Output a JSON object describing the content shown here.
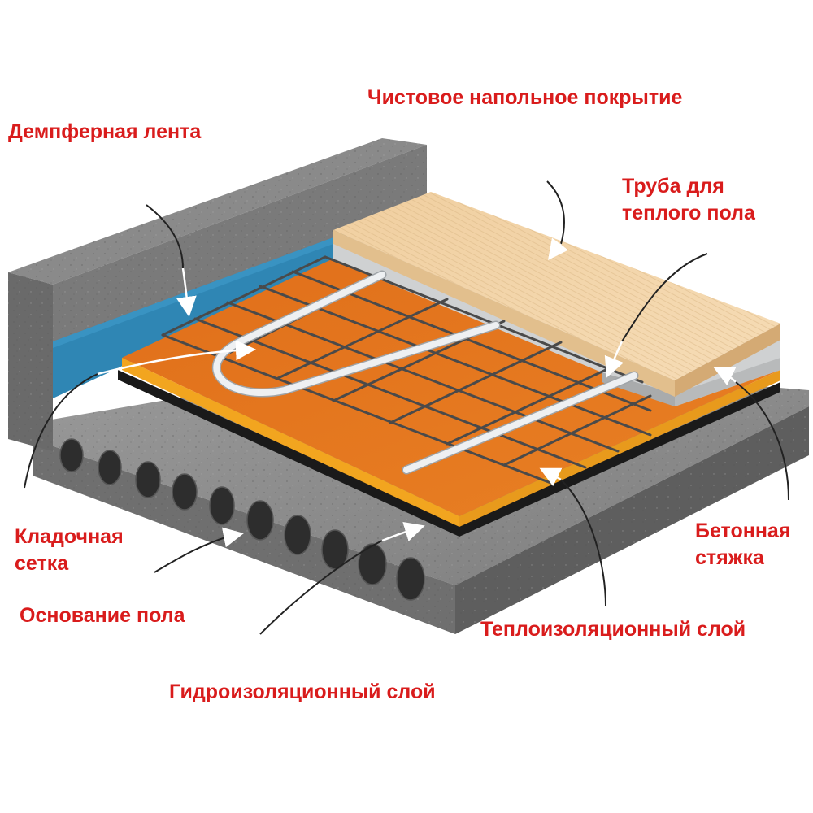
{
  "colors": {
    "label_red": "#d91c1c",
    "concrete_top": "#8e8e8e",
    "concrete_front": "#6d6d6d",
    "concrete_side": "#5c5c5c",
    "damper_blue": "#2e86b5",
    "insulation_orange": "#e3781f",
    "insulation_edge": "#f1a21d",
    "waterproof_black": "#1c1c1c",
    "screed_gray": "#c9cbcc",
    "wood_light": "#f3d3a6",
    "pipe_white": "#eef0f2",
    "rebar_dark": "#4a4a4a",
    "leader_line": "#222222",
    "arrow_white": "#ffffff"
  },
  "labels": {
    "damper_tape": "Демпферная лента",
    "finish_coating": "Чистовое напольное покрытие",
    "pipe_line1": "Труба для",
    "pipe_line2": "теплого пола",
    "mesh_line1": "Кладочная",
    "mesh_line2": "сетка",
    "screed_line1": "Бетонная",
    "screed_line2": "стяжка",
    "floor_base": "Основание пола",
    "thermal_insulation": "Теплоизоляционный слой",
    "waterproofing": "Гидроизоляционный слой"
  },
  "icons": {
    "hollow_slab": "hollow-core-slab",
    "pipe_loop": "heating-pipe-loop",
    "rebar_mesh": "rebar-grid"
  }
}
